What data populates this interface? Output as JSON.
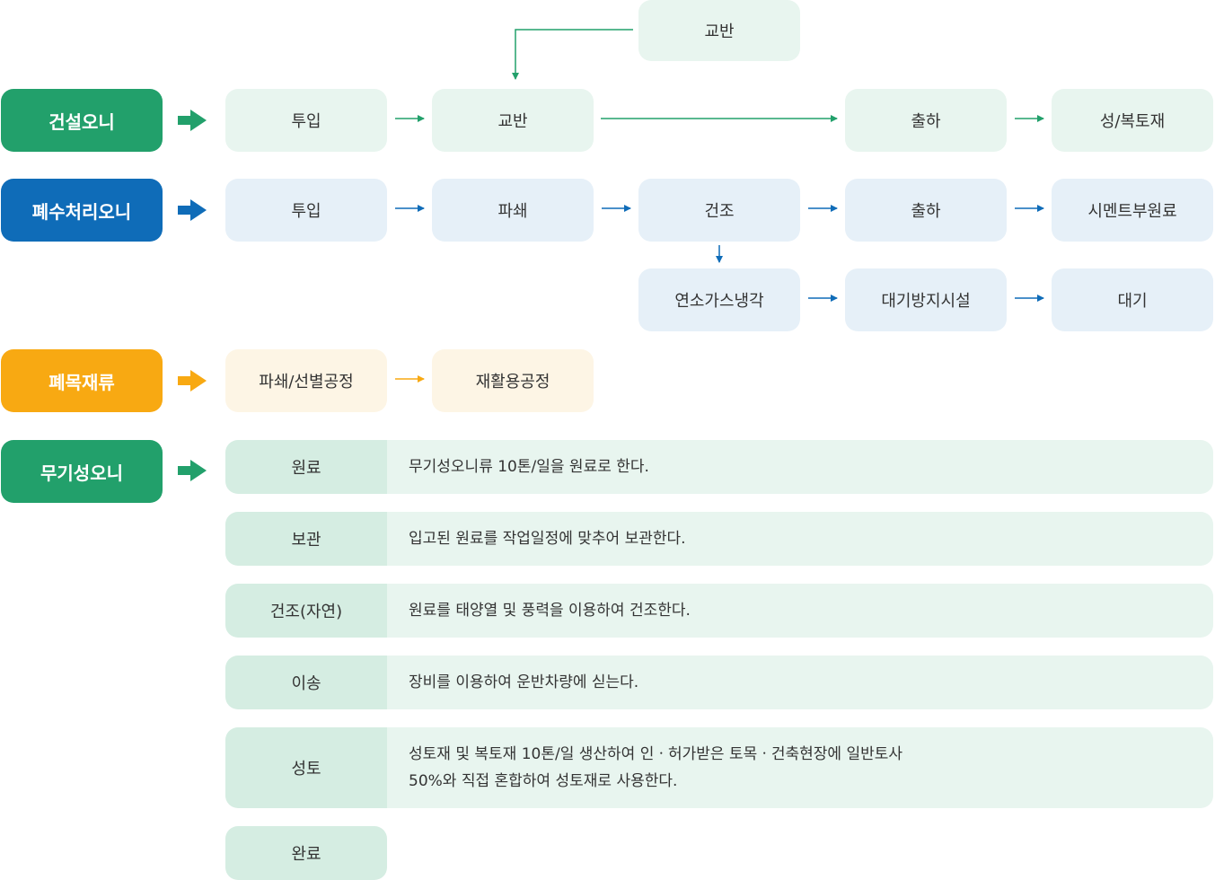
{
  "colors": {
    "construction": "#22a06b",
    "wastewater": "#0f6cb8",
    "wood": "#f8a912",
    "inorganic": "#22a06b",
    "green_light": "#e8f5ef",
    "blue_light": "#e6f0f8",
    "yellow_light": "#fdf5e5"
  },
  "construction_sludge": {
    "category": "건설오니",
    "top_mixing": "교반",
    "steps": [
      "투입",
      "교반",
      "출하",
      "성/복토재"
    ]
  },
  "wastewater_sludge": {
    "category": "폐수처리오니",
    "steps": [
      "투입",
      "파쇄",
      "건조",
      "출하",
      "시멘트부원료"
    ],
    "sub_steps": [
      "연소가스냉각",
      "대기방지시설",
      "대기"
    ]
  },
  "waste_wood": {
    "category": "폐목재류",
    "steps": [
      "파쇄/선별공정",
      "재활용공정"
    ]
  },
  "inorganic_sludge": {
    "category": "무기성오니",
    "rows": [
      {
        "label": "원료",
        "desc": [
          "무기성오니류 10톤/일을 원료로 한다."
        ]
      },
      {
        "label": "보관",
        "desc": [
          "입고된 원료를 작업일정에 맞추어 보관한다."
        ]
      },
      {
        "label": "건조(자연)",
        "desc": [
          "원료를 태양열 및 풍력을 이용하여 건조한다."
        ]
      },
      {
        "label": "이송",
        "desc": [
          "장비를 이용하여 운반차량에 싣는다."
        ]
      },
      {
        "label": "성토",
        "desc": [
          "성토재 및 복토재 10톤/일 생산하여 인ㆍ허가받은 토목ㆍ건축현장에 일반토사",
          "50%와 직접 혼합하여 성토재로 사용한다."
        ]
      },
      {
        "label": "완료",
        "desc": []
      }
    ]
  }
}
